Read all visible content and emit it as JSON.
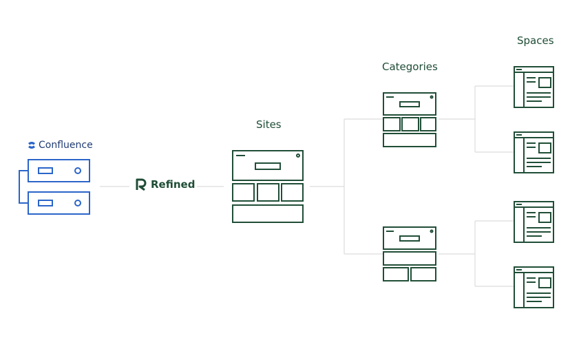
{
  "labels": {
    "confluence": "Confluence",
    "refined": "Refined",
    "sites": "Sites",
    "categories": "Categories",
    "spaces": "Spaces"
  },
  "colors": {
    "confluence_blue": "#2a64c9",
    "green": "#1f4d36",
    "connector": "#dcdcdc"
  },
  "icons": {
    "confluence": "confluence-logo-icon",
    "refined": "refined-logo-icon"
  }
}
